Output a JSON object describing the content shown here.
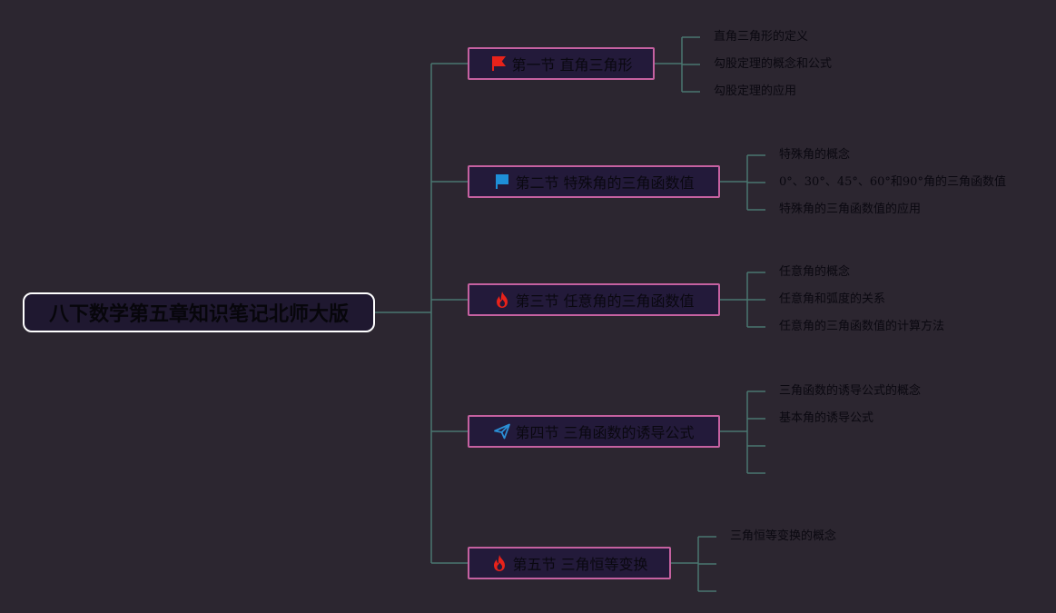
{
  "map": {
    "root": {
      "label": "八下数学第五章知识笔记北师大版"
    },
    "sections": [
      {
        "label": "第一节 直角三角形",
        "icon": "red-flag-icon",
        "leaves": [
          "直角三角形的定义",
          "勾股定理的概念和公式",
          "勾股定理的应用"
        ]
      },
      {
        "label": "第二节 特殊角的三角函数值",
        "icon": "blue-flag-icon",
        "leaves": [
          "特殊角的概念",
          "0°、30°、45°、60°和90°角的三角函数值",
          "特殊角的三角函数值的应用"
        ]
      },
      {
        "label": "第三节 任意角的三角函数值",
        "icon": "fire-icon",
        "leaves": [
          "任意角的概念",
          "任意角和弧度的关系",
          "任意角的三角函数值的计算方法"
        ]
      },
      {
        "label": "第四节 三角函数的诱导公式",
        "icon": "paper-plane-icon",
        "leaves": [
          "三角函数的诱导公式的概念",
          "基本角的诱导公式",
          "",
          ""
        ]
      },
      {
        "label": "第五节 三角恒等变换",
        "icon": "fire-icon",
        "leaves": [
          "三角恒等变换的概念",
          "",
          ""
        ]
      }
    ]
  },
  "colors": {
    "background": "#2c2630",
    "connector": "#4a7771",
    "section_border": "#c561a0",
    "root_border": "#ffffff",
    "flag_red": "#e8221a",
    "flag_blue": "#1e8fd8",
    "fire": "#e8221a",
    "plane": "#2b8fd6"
  }
}
